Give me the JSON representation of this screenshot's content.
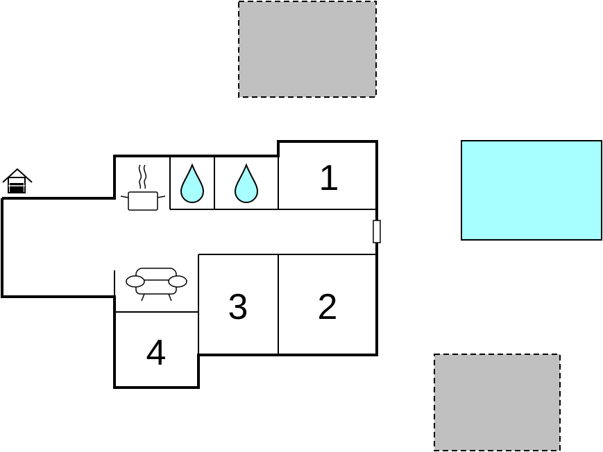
{
  "colors": {
    "wall": "#000000",
    "terrace": "#c0c0c0",
    "pool": "#a8ffff",
    "water_drop": "#a8ffff",
    "background": "#ffffff"
  },
  "rooms": [
    {
      "id": "bedroom-1",
      "label": "1"
    },
    {
      "id": "bedroom-2",
      "label": "2"
    },
    {
      "id": "bedroom-3",
      "label": "3"
    },
    {
      "id": "bedroom-4",
      "label": "4"
    }
  ],
  "icons": [
    "house-entrance-icon",
    "cooking-pot-icon",
    "water-drop-icon",
    "water-drop-icon",
    "armchair-icon"
  ],
  "outdoor": [
    "terrace",
    "terrace",
    "pool"
  ]
}
